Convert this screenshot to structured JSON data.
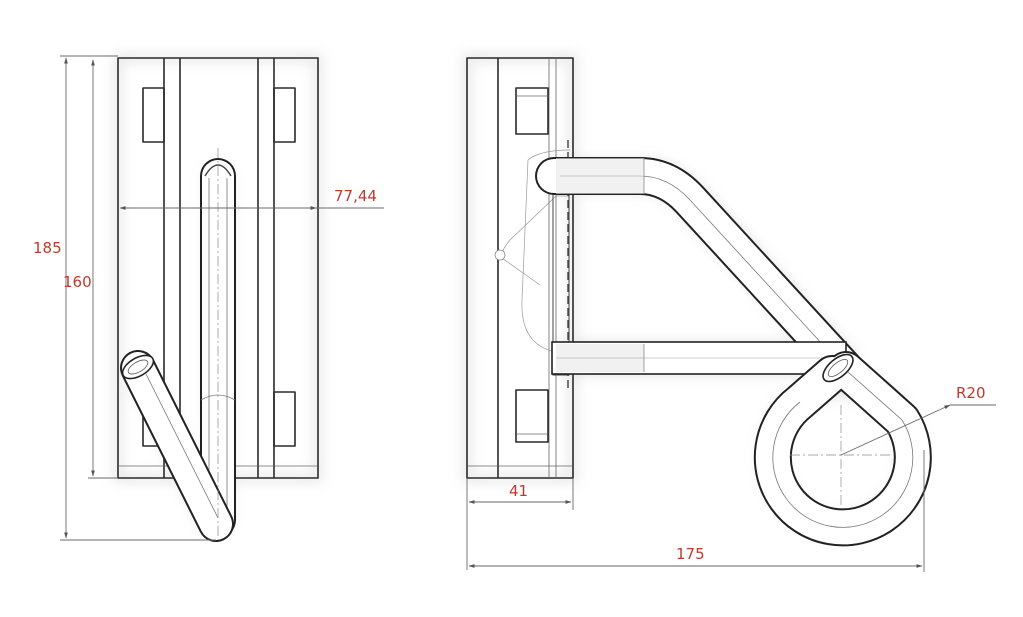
{
  "colors": {
    "dimension_text": "#c0392b",
    "line": "#2a2a2a",
    "glow": "#d8d8d8"
  },
  "dimensions": {
    "overall_height": "185",
    "plate_height": "160",
    "width": "77,44",
    "plate_depth": "41",
    "overall_length": "175",
    "loop_radius": "R20"
  }
}
